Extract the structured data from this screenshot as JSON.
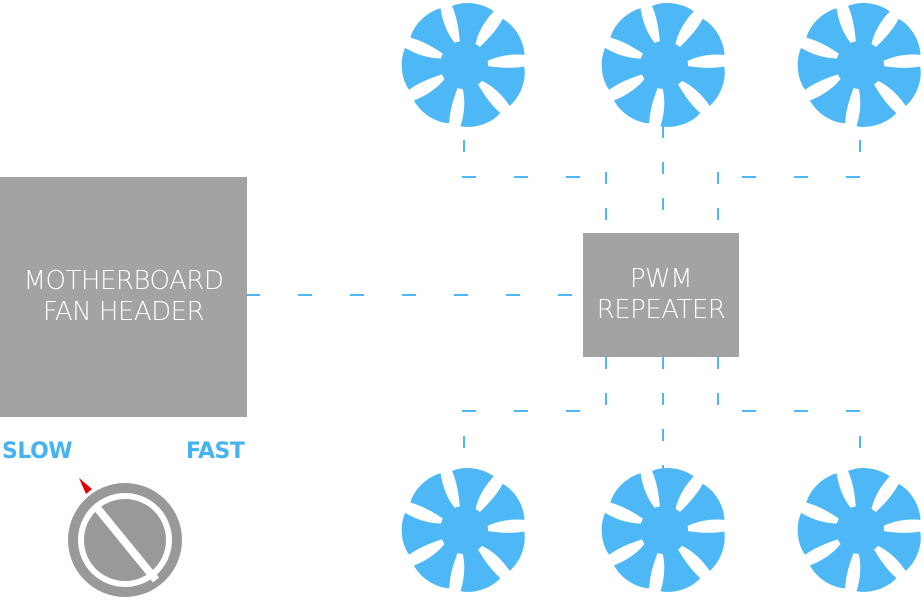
{
  "diagram": {
    "motherboard": {
      "line1": "MOTHERBOARD",
      "line2": "FAN HEADER"
    },
    "repeater": {
      "line1": "PWM",
      "line2": "REPEATER"
    },
    "knob": {
      "slow_label": "SLOW",
      "fast_label": "FAST",
      "setting": "slow"
    },
    "fans": {
      "top": [
        "fan-top-left",
        "fan-top-center",
        "fan-top-right"
      ],
      "bottom": [
        "fan-bottom-left",
        "fan-bottom-center",
        "fan-bottom-right"
      ]
    },
    "colors": {
      "box": "#a3a3a3",
      "fan": "#4db8f5",
      "connector": "#4db8f5",
      "label": "#44b3ef",
      "knob": "#999999",
      "indicator": "#e00000"
    }
  }
}
